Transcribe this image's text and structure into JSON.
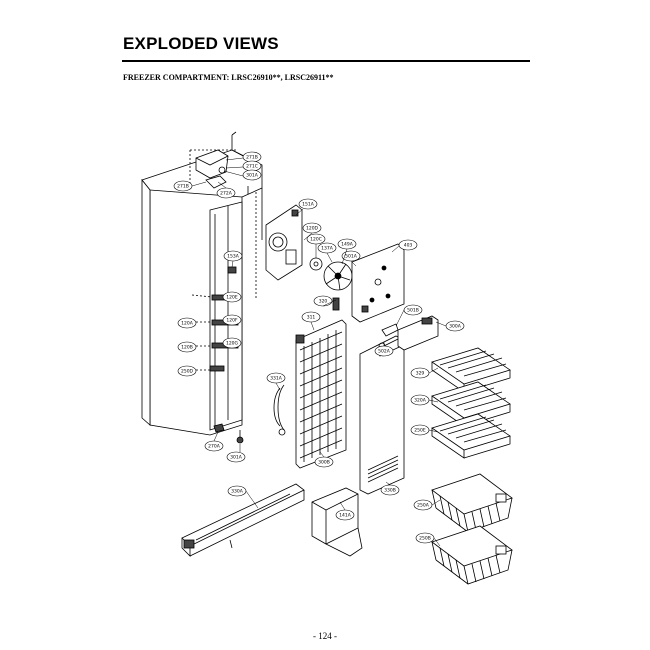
{
  "page": {
    "title": "EXPLODED VIEWS",
    "subtitle": "FREEZER COMPARTMENT: LRSC26910**, LRSC26911**",
    "page_number": "- 124 -"
  },
  "callouts": {
    "c271b": "271B",
    "c271c": "271C",
    "c301a_top": "301A",
    "c271b_left": "271B",
    "c272a": "272A",
    "c151a": "151A",
    "c153a": "153A",
    "c120d": "120D",
    "c135": "120C",
    "c318": "137A",
    "c149": "149A",
    "c315": "501A",
    "c403": "403",
    "c320": "320",
    "c311": "311",
    "c333": "331A",
    "c120e": "120E",
    "c120f": "120F",
    "c120a": "120A",
    "c120b": "120B",
    "c250d": "250D",
    "c120g": "120G",
    "c502a": "502A",
    "c501b": "501B",
    "c300a": "300A",
    "c329": "329",
    "c320a": "320A",
    "c250e": "250E",
    "c301a_bot": "301A",
    "c270a": "270A",
    "c300b": "300B",
    "c330": "330B",
    "c330a": "330A",
    "c141a": "141A",
    "c250a": "250A",
    "c250b": "250B"
  }
}
